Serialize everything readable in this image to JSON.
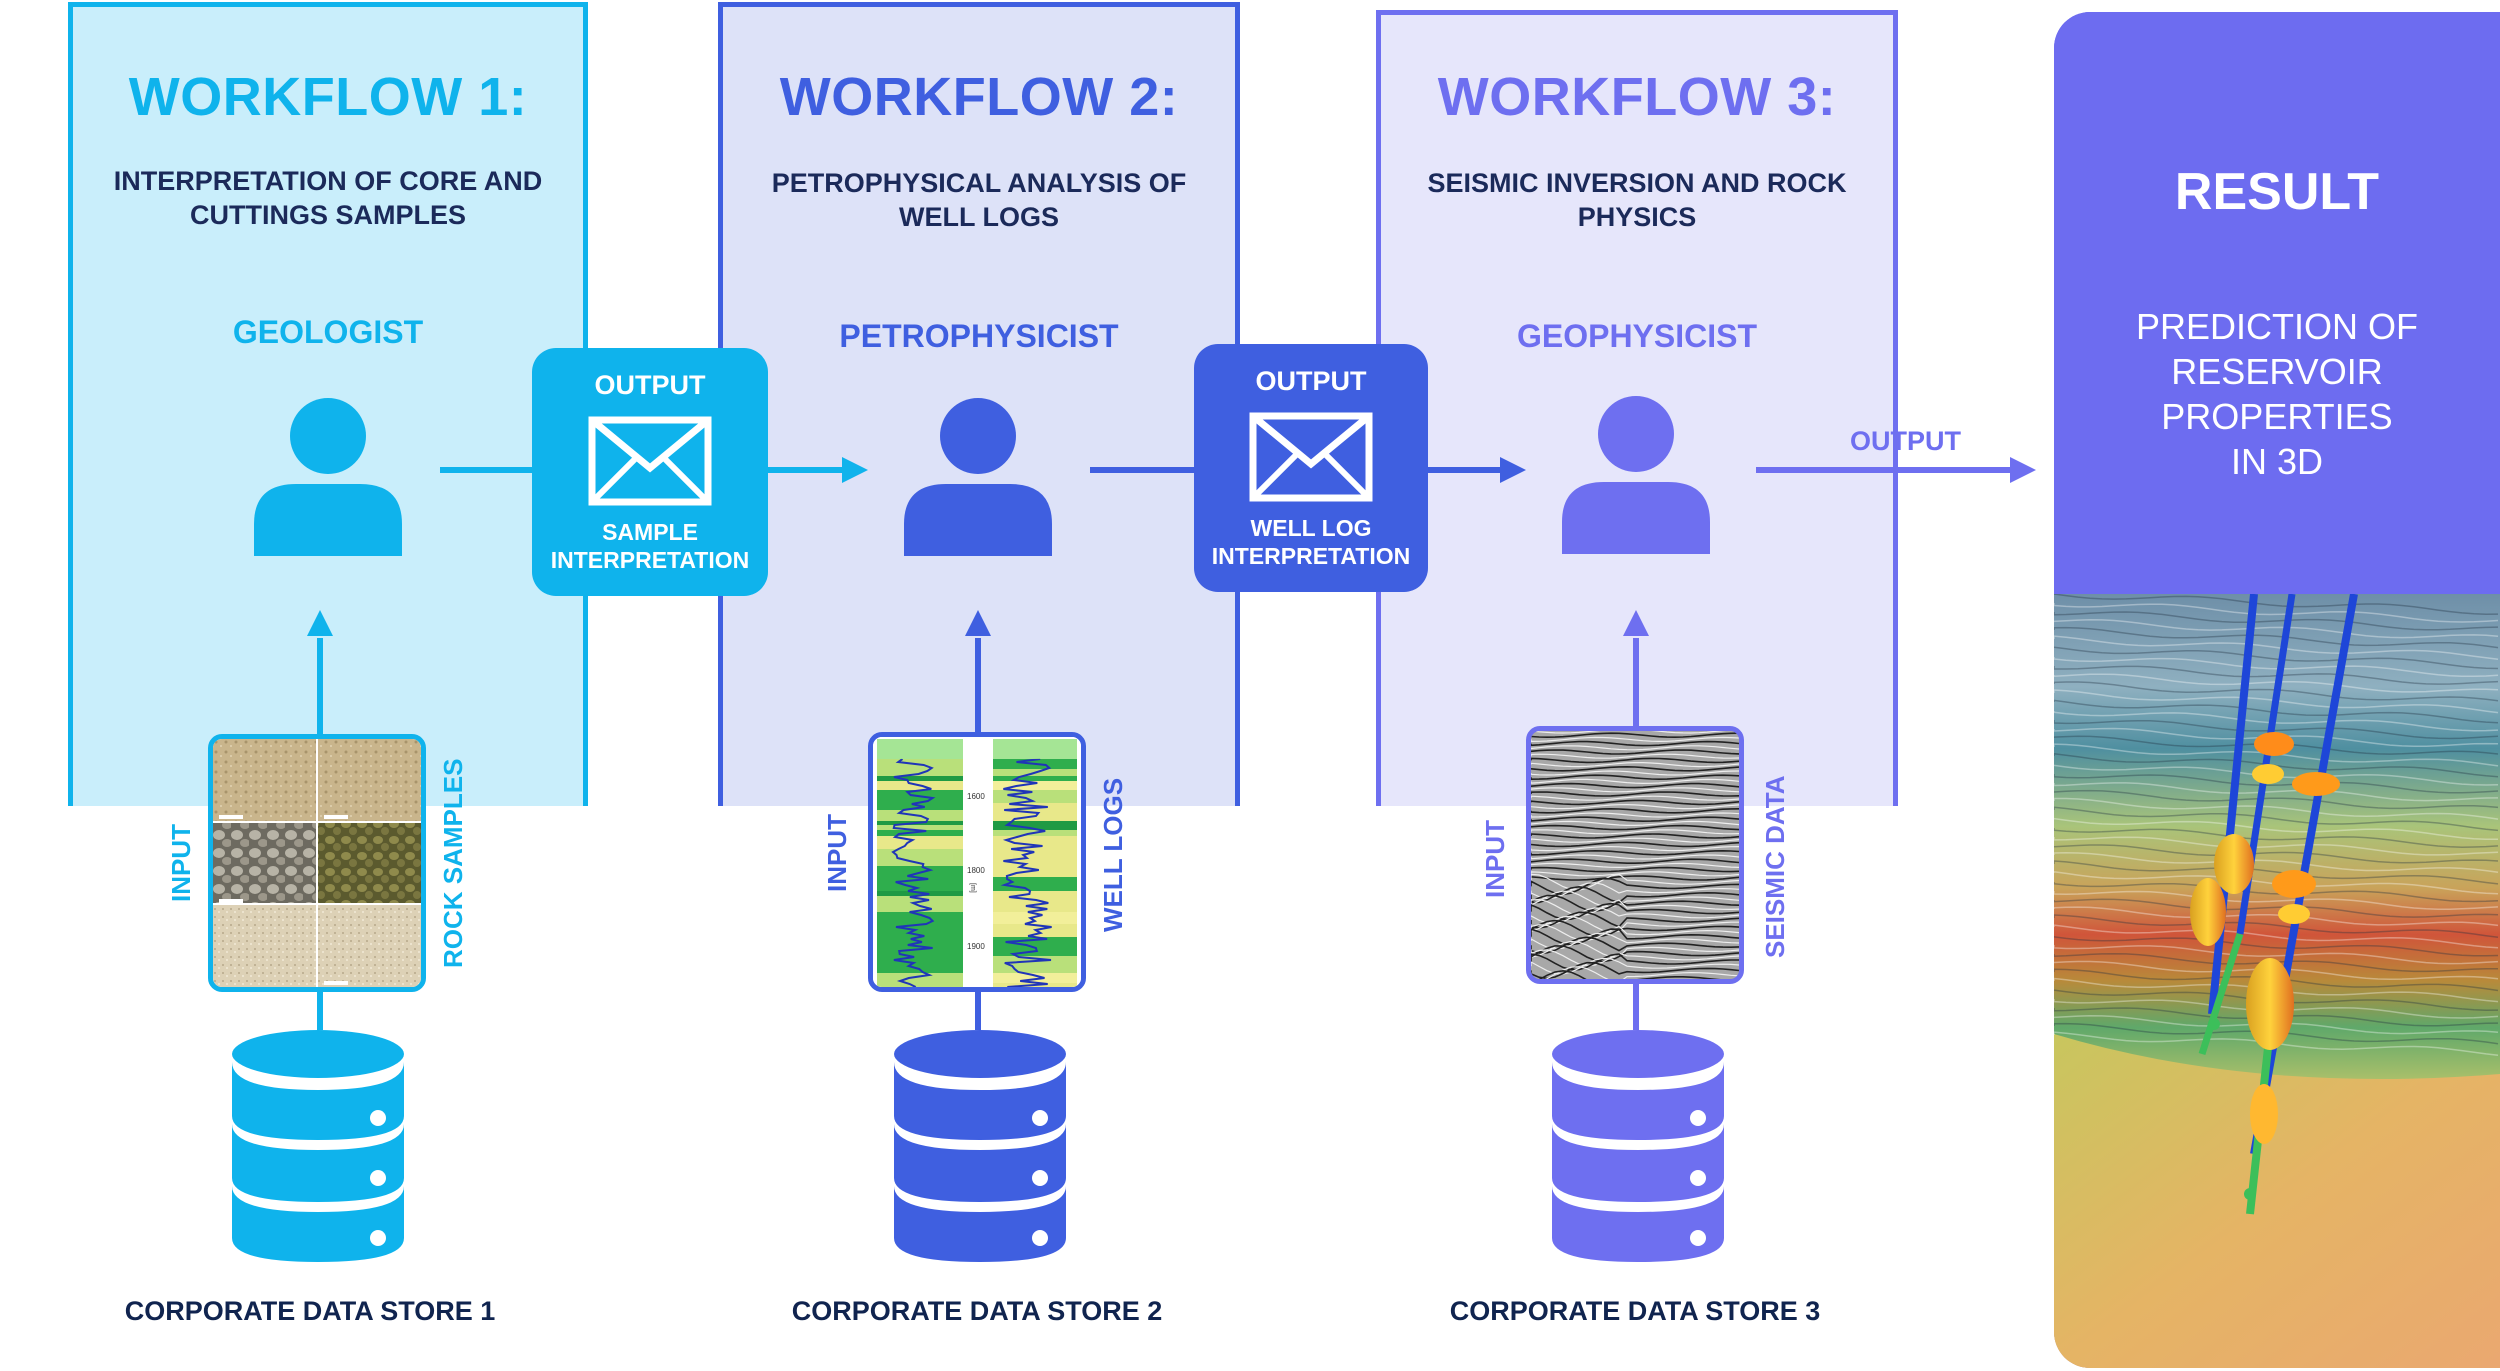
{
  "colors": {
    "wf1": "#0fb3ec",
    "wf1_bg": "#c9eefb",
    "wf2": "#3f5fe0",
    "wf2_bg": "#dde2f8",
    "wf3": "#6e6ff0",
    "wf3_bg": "#e6e6fb",
    "result": "#6d6cf0",
    "dark_text": "#10244f"
  },
  "workflows": [
    {
      "title": "WORKFLOW 1:",
      "subtitle_line1": "INTERPRETATION OF CORE AND",
      "subtitle_line2": "CUTTINGS SAMPLES",
      "role": "GEOLOGIST",
      "input_label": "INPUT",
      "data_label": "ROCK SAMPLES",
      "store": "CORPORATE DATA STORE 1"
    },
    {
      "title": "WORKFLOW 2:",
      "subtitle_line1": "PETROPHYSICAL ANALYSIS OF",
      "subtitle_line2": "WELL LOGS",
      "role": "PETROPHYSICIST",
      "input_label": "INPUT",
      "data_label": "WELL LOGS",
      "store": "CORPORATE DATA STORE 2"
    },
    {
      "title": "WORKFLOW 3:",
      "subtitle_line1": "SEISMIC INVERSION AND ROCK",
      "subtitle_line2": "PHYSICS",
      "role": "GEOPHYSICIST",
      "input_label": "INPUT",
      "data_label": "SEISMIC DATA",
      "store": "CORPORATE DATA STORE 3"
    }
  ],
  "outputs": [
    {
      "label": "OUTPUT",
      "line1": "SAMPLE",
      "line2": "INTERPRETATION"
    },
    {
      "label": "OUTPUT",
      "line1": "WELL LOG",
      "line2": "INTERPRETATION"
    },
    {
      "label": "OUTPUT"
    }
  ],
  "result": {
    "title": "RESULT",
    "line1": "PREDICTION OF",
    "line2": "RESERVOIR",
    "line3": "PROPERTIES",
    "line4": "IN 3D"
  },
  "welllog_ticks": [
    "1600",
    "1800",
    "1900"
  ],
  "welllog_unit": "[m]",
  "icons": [
    "person-icon",
    "envelope-icon",
    "database-icon",
    "arrow-icon"
  ]
}
